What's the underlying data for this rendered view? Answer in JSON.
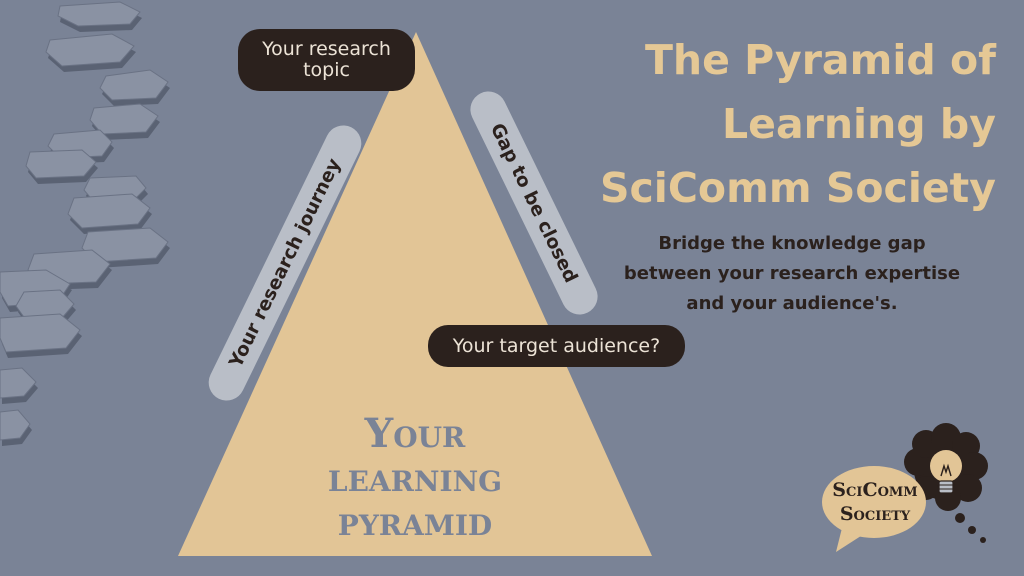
{
  "title": "The Pyramid of Learning by SciComm Society",
  "subtitle": "Bridge the knowledge gap between your research expertise and your audience's.",
  "pyramid": {
    "label_lines": [
      "Your",
      "learning",
      "pyramid"
    ],
    "top_label": "Your research topic",
    "left_edge_label": "Your research journey",
    "right_edge_label": "Gap to be closed",
    "bottom_callout": "Your target audience?"
  },
  "logo": {
    "line1": "SciComm",
    "line2": "Society"
  },
  "colors": {
    "background": "#7a8396",
    "pyramid": "#e2c596",
    "title": "#e5c895",
    "dark": "#2b211d",
    "light_pill": "#b9bec7",
    "stone": "#5f6778"
  },
  "icons": [
    "stepping-stones-path",
    "lightbulb-thought-bubble-icon",
    "speech-bubble-icon"
  ]
}
